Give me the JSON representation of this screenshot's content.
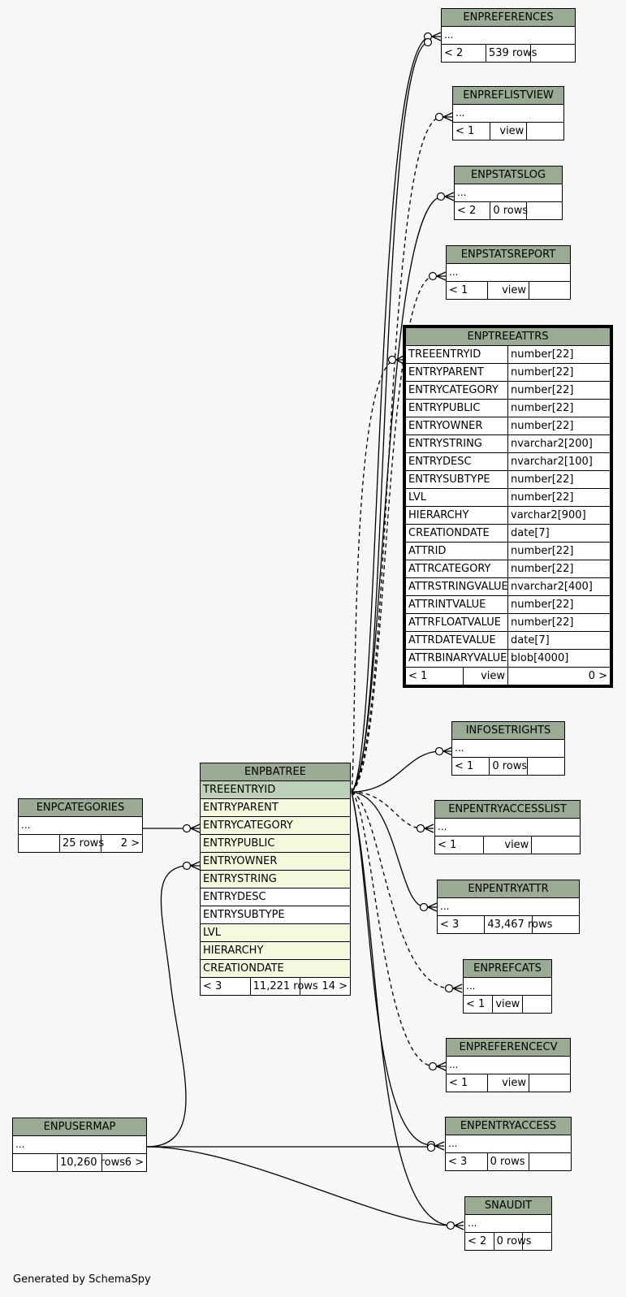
{
  "tables": {
    "enpreferences": {
      "name": "ENPREFERENCES",
      "ellipsis": "...",
      "parents": "< 2",
      "rows": "539 rows",
      "children": ""
    },
    "enpreflistview": {
      "name": "ENPREFLISTVIEW",
      "ellipsis": "...",
      "parents": "< 1",
      "rows": "view",
      "children": ""
    },
    "enpstatslog": {
      "name": "ENPSTATSLOG",
      "ellipsis": "...",
      "parents": "< 2",
      "rows": "0 rows",
      "children": ""
    },
    "enpstatsreport": {
      "name": "ENPSTATSREPORT",
      "ellipsis": "...",
      "parents": "< 1",
      "rows": "view",
      "children": ""
    },
    "enptreeattrs": {
      "name": "ENPTREEATTRS",
      "columns": [
        {
          "name": "TREEENTRYID",
          "type": "number[22]"
        },
        {
          "name": "ENTRYPARENT",
          "type": "number[22]"
        },
        {
          "name": "ENTRYCATEGORY",
          "type": "number[22]"
        },
        {
          "name": "ENTRYPUBLIC",
          "type": "number[22]"
        },
        {
          "name": "ENTRYOWNER",
          "type": "number[22]"
        },
        {
          "name": "ENTRYSTRING",
          "type": "nvarchar2[200]"
        },
        {
          "name": "ENTRYDESC",
          "type": "nvarchar2[100]"
        },
        {
          "name": "ENTRYSUBTYPE",
          "type": "number[22]"
        },
        {
          "name": "LVL",
          "type": "number[22]"
        },
        {
          "name": "HIERARCHY",
          "type": "varchar2[900]"
        },
        {
          "name": "CREATIONDATE",
          "type": "date[7]"
        },
        {
          "name": "ATTRID",
          "type": "number[22]"
        },
        {
          "name": "ATTRCATEGORY",
          "type": "number[22]"
        },
        {
          "name": "ATTRSTRINGVALUE",
          "type": "nvarchar2[400]"
        },
        {
          "name": "ATTRINTVALUE",
          "type": "number[22]"
        },
        {
          "name": "ATTRFLOATVALUE",
          "type": "number[22]"
        },
        {
          "name": "ATTRDATEVALUE",
          "type": "date[7]"
        },
        {
          "name": "ATTRBINARYVALUE",
          "type": "blob[4000]"
        }
      ],
      "parents": "< 1",
      "rows": "view",
      "children": "0 >"
    },
    "infosetrights": {
      "name": "INFOSETRIGHTS",
      "ellipsis": "...",
      "parents": "< 1",
      "rows": "0 rows",
      "children": ""
    },
    "enpentryaccesslist": {
      "name": "ENPENTRYACCESSLIST",
      "ellipsis": "...",
      "parents": "< 1",
      "rows": "view",
      "children": ""
    },
    "enpentryattr": {
      "name": "ENPENTRYATTR",
      "ellipsis": "...",
      "parents": "< 3",
      "rows": "43,467 rows",
      "children": ""
    },
    "enprefcats": {
      "name": "ENPREFCATS",
      "ellipsis": "...",
      "parents": "< 1",
      "rows": "view",
      "children": ""
    },
    "enpreferencecv": {
      "name": "ENPREFERENCECV",
      "ellipsis": "...",
      "parents": "< 1",
      "rows": "view",
      "children": ""
    },
    "enpentryaccess": {
      "name": "ENPENTRYACCESS",
      "ellipsis": "...",
      "parents": "< 3",
      "rows": "0 rows",
      "children": ""
    },
    "snaudit": {
      "name": "SNAUDIT",
      "ellipsis": "...",
      "parents": "< 2",
      "rows": "0 rows",
      "children": ""
    },
    "enpbatree": {
      "name": "ENPBATREE",
      "columns": [
        "TREEENTRYID",
        "ENTRYPARENT",
        "ENTRYCATEGORY",
        "ENTRYPUBLIC",
        "ENTRYOWNER",
        "ENTRYSTRING",
        "ENTRYDESC",
        "ENTRYSUBTYPE",
        "LVL",
        "HIERARCHY",
        "CREATIONDATE"
      ],
      "parents": "< 3",
      "rows": "11,221 rows",
      "children": "14 >"
    },
    "enpcategories": {
      "name": "ENPCATEGORIES",
      "ellipsis": "...",
      "parents": "",
      "rows": "25 rows",
      "children": "2 >"
    },
    "enpusermap": {
      "name": "ENPUSERMAP",
      "ellipsis": "...",
      "parents": "",
      "rows": "10,260 rows",
      "children": "6 >"
    }
  },
  "footer": "Generated by SchemaSpy"
}
